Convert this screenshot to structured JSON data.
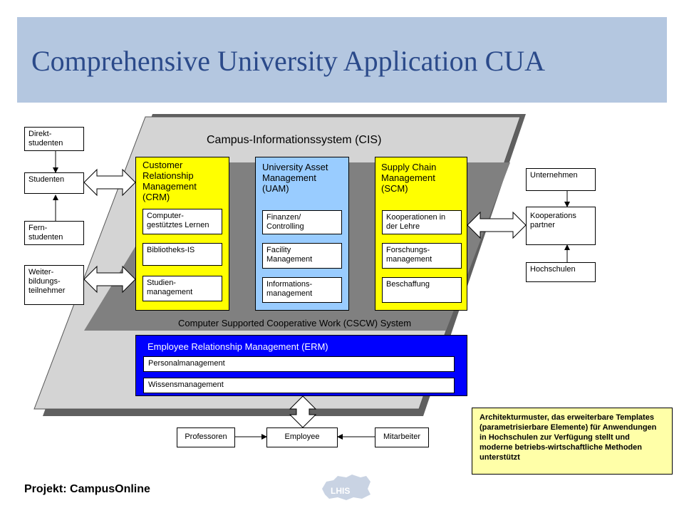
{
  "title": "Comprehensive University Application CUA",
  "cis_label": "Campus-Informationssystem (CIS)",
  "cscw_label": "Computer Supported Cooperative Work (CSCW) System",
  "left_boxes": {
    "direkt": "Direkt-\nstudenten",
    "studenten": "Studenten",
    "fern": "Fern-\nstudenten",
    "weiter": "Weiter-\nbildungs-\nteilnehmer"
  },
  "crm": {
    "title": "Customer\nRelationship\nManagement\n(CRM)",
    "items": [
      "Computer-\ngestütztes Lernen",
      "Bibliotheks-IS",
      "Studien-\nmanagement"
    ]
  },
  "uam": {
    "title": "University Asset\nManagement\n(UAM)",
    "items": [
      "Finanzen/\nControlling",
      "Facility\nManagement",
      "Informations-\nmanagement"
    ]
  },
  "scm": {
    "title": "Supply Chain\nManagement\n(SCM)",
    "items": [
      "Kooperationen in\nder Lehre",
      "Forschungs-\nmanagement",
      "Beschaffung"
    ]
  },
  "erm": {
    "title": "Employee Relationship Management (ERM)",
    "items": [
      "Personalmanagement",
      "Wissensmanagement"
    ]
  },
  "right_boxes": {
    "unternehmen": "Unternehmen",
    "kooperations": "Kooperations\npartner",
    "hochschulen": "Hochschulen"
  },
  "bottom_boxes": {
    "professoren": "Professoren",
    "employee": "Employee",
    "mitarbeiter": "Mitarbeiter"
  },
  "note": "Architekturmuster,  das erweiterbare Templates (parametrisierbare  Elemente) für Anwendungen  in Hochschulen  zur Verfügung stellt und moderne betriebs-wirtschaftliche Methoden unterstützt",
  "footer": "Projekt: CampusOnline",
  "logo_text": "LHIS",
  "colors": {
    "header": "#b4c7e0",
    "title": "#2b4a8a",
    "crm": "#ffff00",
    "uam": "#99ccff",
    "scm": "#ffff00",
    "erm": "#0000ff",
    "note": "#ffffa8"
  }
}
